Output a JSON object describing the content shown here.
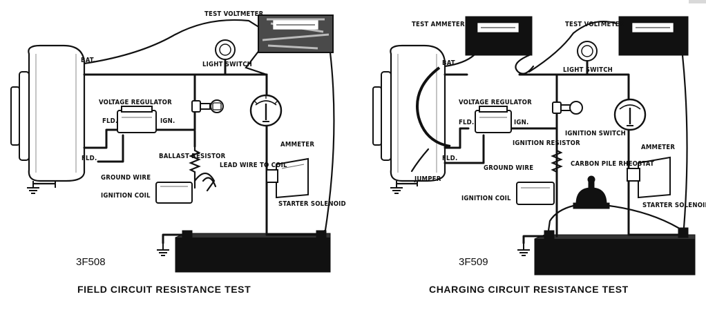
{
  "corner_tab": "",
  "diagrams": [
    {
      "figure_number": "3F508",
      "caption": "FIELD CIRCUIT RESISTANCE TEST",
      "labels": {
        "test_voltmeter": "TEST VOLTMETER",
        "light_switch": "LIGHT SWITCH",
        "bat": "BAT.",
        "voltage_regulator": "VOLTAGE REGULATOR",
        "fld_reg": "FLD.",
        "ign_reg": "IGN.",
        "fld_gen": "FLD.",
        "ballast_resistor": "BALLAST RESISTOR",
        "lead_wire_to_coil": "LEAD WIRE TO COIL",
        "ground_wire": "GROUND WIRE",
        "ignition_coil": "IGNITION COIL",
        "ammeter": "AMMETER",
        "starter_solenoid": "STARTER SOLENOID"
      }
    },
    {
      "figure_number": "3F509",
      "caption": "CHARGING CIRCUIT RESISTANCE TEST",
      "labels": {
        "test_ammeter": "TEST AMMETER",
        "test_voltmeter": "TEST VOLTMETER",
        "light_switch": "LIGHT SWITCH",
        "bat": "BAT.",
        "voltage_regulator": "VOLTAGE REGULATOR",
        "fld_reg": "FLD.",
        "ign_reg": "IGN.",
        "fld_gen": "FLD.",
        "ignition_switch": "IGNITION SWITCH",
        "ignition_resistor": "IGNITION RESISTOR",
        "ground_wire": "GROUND WIRE",
        "carbon_pile_rheostat": "CARBON PILE RHEOSTAT",
        "jumper": "JUMPER",
        "ignition_coil": "IGNITION COIL",
        "ammeter": "AMMETER",
        "starter_solenoid": "STARTER SOLENOID"
      }
    }
  ]
}
